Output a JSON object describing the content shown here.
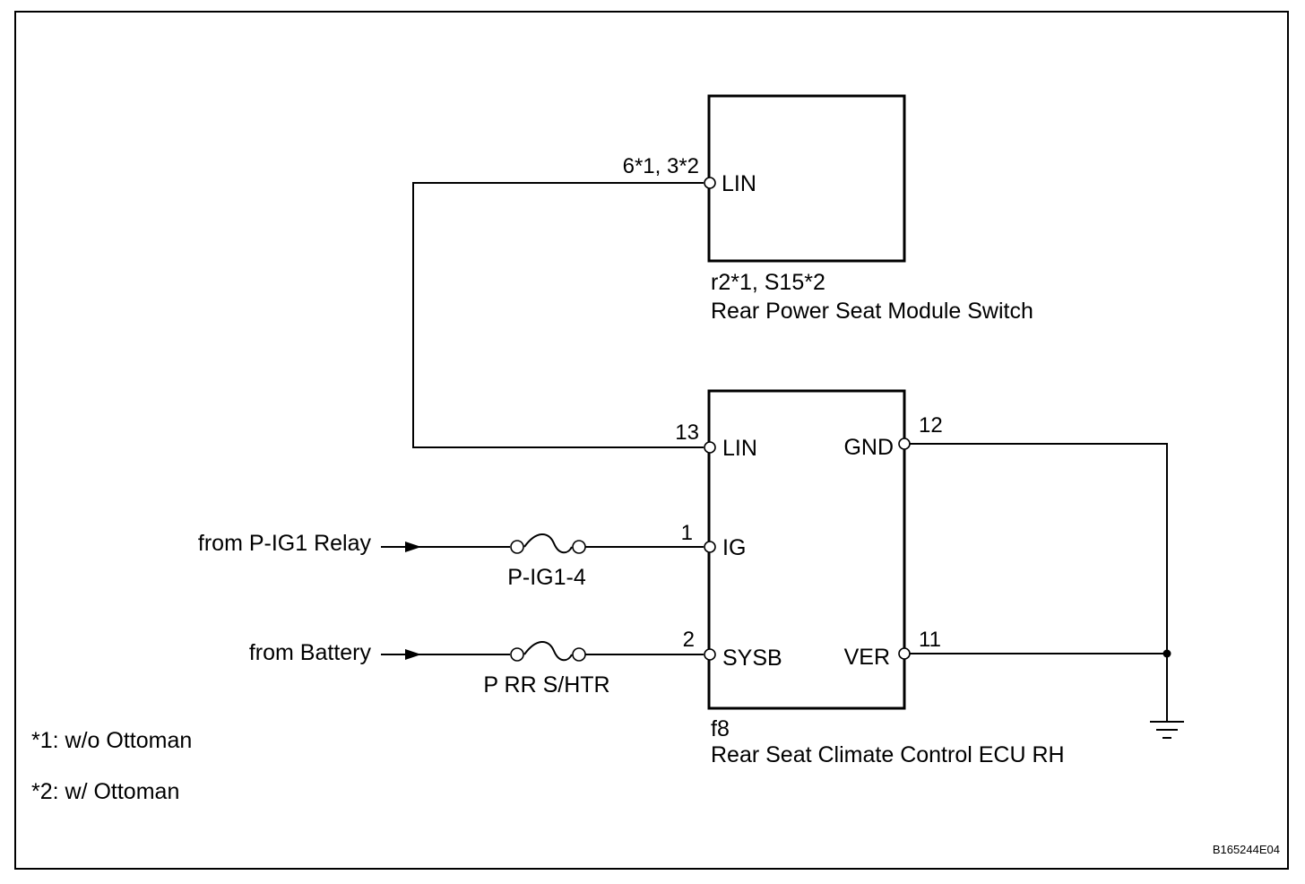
{
  "module_switch": {
    "pin_lin_number": "6*1, 3*2",
    "pin_lin_name": "LIN",
    "connector": "r2*1, S15*2",
    "name": "Rear Power Seat Module Switch"
  },
  "ecu": {
    "pin_lin_number": "13",
    "pin_lin_name": "LIN",
    "pin_ig_number": "1",
    "pin_ig_name": "IG",
    "pin_sysb_number": "2",
    "pin_sysb_name": "SYSB",
    "pin_gnd_number": "12",
    "pin_gnd_name": "GND",
    "pin_ver_number": "11",
    "pin_ver_name": "VER",
    "connector": "f8",
    "name": "Rear Seat Climate Control ECU RH"
  },
  "sources": {
    "relay": "from P-IG1 Relay",
    "battery": "from Battery"
  },
  "fuses": {
    "ig": "P-IG1-4",
    "battery": "P RR S/HTR"
  },
  "notes": {
    "note1": "*1: w/o Ottoman",
    "note2": "*2: w/ Ottoman"
  },
  "figure_code": "B165244E04"
}
